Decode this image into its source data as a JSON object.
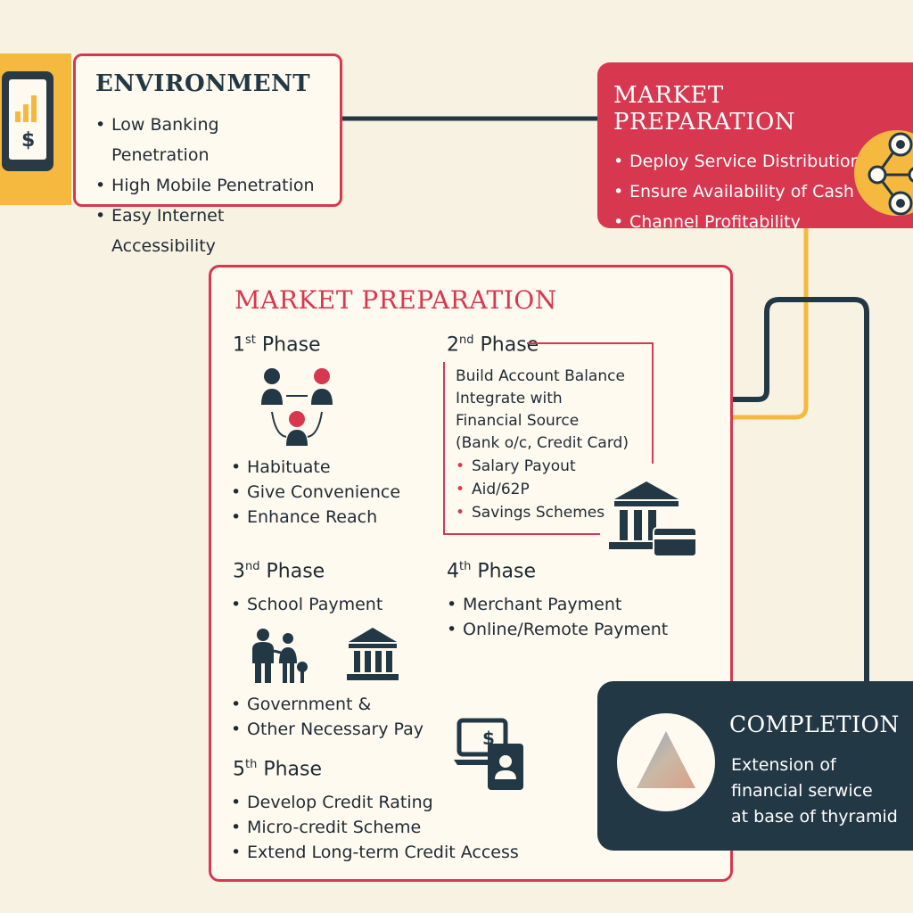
{
  "environment": {
    "title": "ENVIRONMENT",
    "items": [
      "Low Banking Penetration",
      "High Mobile Penetration",
      "Easy Internet Accessibility"
    ],
    "phone_symbol": "$"
  },
  "market_prep_top": {
    "title": "MARKET PREPARATION",
    "items": [
      "Deploy Service Distribution",
      "Ensure Availability of Cash",
      "Channel Profitability"
    ]
  },
  "main": {
    "title": "MARKET PREPARATION",
    "phase1": {
      "num": "1",
      "suffix": "st",
      "label": "Phase",
      "items": [
        "Habituate",
        "Give Convenience",
        "Enhance Reach"
      ]
    },
    "phase2": {
      "num": "2",
      "suffix": "nd",
      "label": "Phase",
      "lines": [
        "Build Account Balance",
        "Integrate with",
        "Financial Source",
        "(Bank o/c, Credit Card)"
      ],
      "items": [
        "Salary Payout",
        "Aid/62P",
        "Savings Schemes"
      ]
    },
    "phase3": {
      "num": "3",
      "suffix": "nd",
      "label": "Phase",
      "items": [
        "School Payment"
      ],
      "items2": [
        "Government &",
        "Other Necessary Pay"
      ]
    },
    "phase4": {
      "num": "4",
      "suffix": "th",
      "label": "Phase",
      "items": [
        "Merchant Payment",
        "Online/Remote Payment"
      ]
    },
    "phase5": {
      "num": "5",
      "suffix": "th",
      "label": "Phase",
      "items": [
        "Develop Credit Rating",
        "Micro-credit Scheme",
        "Extend Long-term Credit Access"
      ]
    },
    "laptop_symbol": "$"
  },
  "completion": {
    "title": "COMPLETION",
    "lines": [
      "Extension of",
      "financial serwice",
      "at base of thyramid"
    ]
  },
  "colors": {
    "red": "#d7374f",
    "navy": "#233845",
    "gold": "#f5b940",
    "cream": "#f8f2e3"
  },
  "icons": [
    "phone-chart-icon",
    "network-icon",
    "people-network-icon",
    "bank-card-icon",
    "family-icon",
    "government-building-icon",
    "laptop-payment-icon",
    "pyramid-icon"
  ]
}
